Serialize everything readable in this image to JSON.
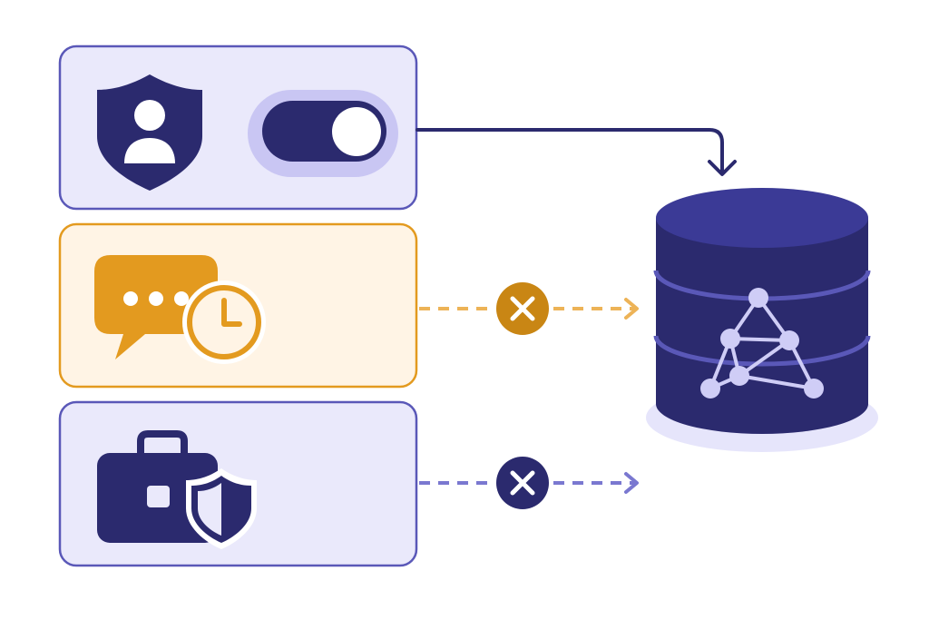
{
  "colors": {
    "navy": "#2b2a6e",
    "navy_light": "#3b3a96",
    "indigo_stroke": "#5a58b8",
    "lavender_fill": "#eae9fb",
    "lavender_glow": "#c9c6f3",
    "amber": "#e39a1f",
    "amber_dark": "#c98614",
    "amber_fill": "#fff4e5",
    "amber_line": "#edb357",
    "violet_line": "#7a78d0",
    "node": "#cfcdf6",
    "base_shadow": "#e6e5fb"
  },
  "cards": [
    {
      "id": "user-consent",
      "icon": "shield-user-icon",
      "control": "toggle",
      "toggle_state": "on",
      "flow": "allowed"
    },
    {
      "id": "message-history",
      "icon": "chat-clock-icon",
      "flow": "blocked"
    },
    {
      "id": "work-data",
      "icon": "briefcase-shield-icon",
      "flow": "blocked"
    }
  ],
  "target": {
    "icon": "database-network-icon"
  }
}
